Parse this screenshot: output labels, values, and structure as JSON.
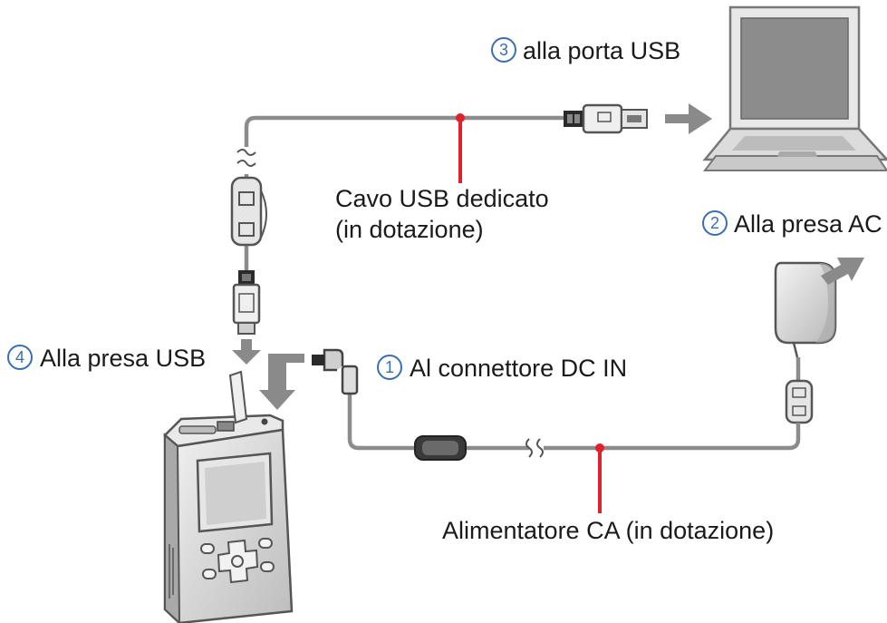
{
  "steps": [
    {
      "number": "3",
      "label": "alla porta USB"
    },
    {
      "number": "2",
      "label": "Alla presa AC"
    },
    {
      "number": "1",
      "label": "Al connettore DC IN"
    },
    {
      "number": "4",
      "label": "Alla presa USB"
    }
  ],
  "callouts": {
    "usb_cable_line1": "Cavo USB dedicato",
    "usb_cable_line2": "(in dotazione)",
    "ac_adapter": "Alimentatore CA (in dotazione)"
  },
  "colors": {
    "step_circle": "#3a6fb0",
    "callout_line": "#e0202a",
    "cable": "#8c8c8c",
    "arrow": "#8a8a8a",
    "device_body": "#cfcfcf"
  }
}
